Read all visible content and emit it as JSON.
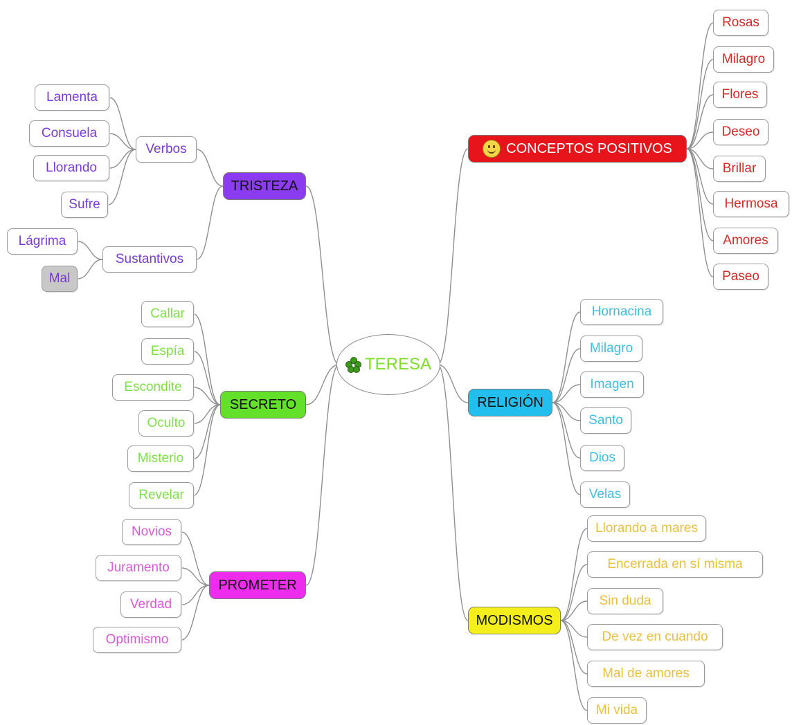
{
  "center": {
    "label": "TERESA",
    "icon": "flower-icon",
    "color": "#7fdc2b"
  },
  "branches": [
    {
      "id": "tristeza",
      "label": "TRISTEZA",
      "fill": "#8c3cf0",
      "text_color": "#7a3ad8",
      "subgroups": [
        {
          "id": "verbos",
          "label": "Verbos",
          "items": [
            "Lamenta",
            "Consuela",
            "Llorando",
            "Sufre"
          ]
        },
        {
          "id": "sustantivos",
          "label": "Sustantivos",
          "items": [
            "Lágrima",
            "Mal"
          ],
          "shaded_items": [
            "Mal"
          ]
        }
      ]
    },
    {
      "id": "secreto",
      "label": "SECRETO",
      "fill": "#62e02a",
      "text_color": "#7fe04a",
      "items": [
        "Callar",
        "Espía",
        "Escondite",
        "Oculto",
        "Misterio",
        "Revelar"
      ]
    },
    {
      "id": "prometer",
      "label": "PROMETER",
      "fill": "#ee2cee",
      "text_color": "#d85ad8",
      "items": [
        "Novios",
        "Juramento",
        "Verdad",
        "Optimismo"
      ]
    },
    {
      "id": "conceptos-positivos",
      "label": "CONCEPTOS POSITIVOS",
      "icon": "smiley-icon",
      "fill": "#e8141c",
      "text_color": "#d42a2a",
      "items": [
        "Rosas",
        "Milagro",
        "Flores",
        "Deseo",
        "Brillar",
        "Hermosa",
        "Amores",
        "Paseo"
      ]
    },
    {
      "id": "religion",
      "label": "RELIGIÓN",
      "fill": "#22bfee",
      "text_color": "#3fbfe0",
      "items": [
        "Hornacina",
        "Milagro",
        "Imagen",
        "Santo",
        "Dios",
        "Velas"
      ]
    },
    {
      "id": "modismos",
      "label": "MODISMOS",
      "fill": "#f4ef1a",
      "text_color": "#e8c040",
      "items": [
        "Llorando a mares",
        "Encerrada en sí misma",
        "Sin duda",
        "De vez en cuando",
        "Mal de amores",
        "Mi vida"
      ]
    }
  ]
}
